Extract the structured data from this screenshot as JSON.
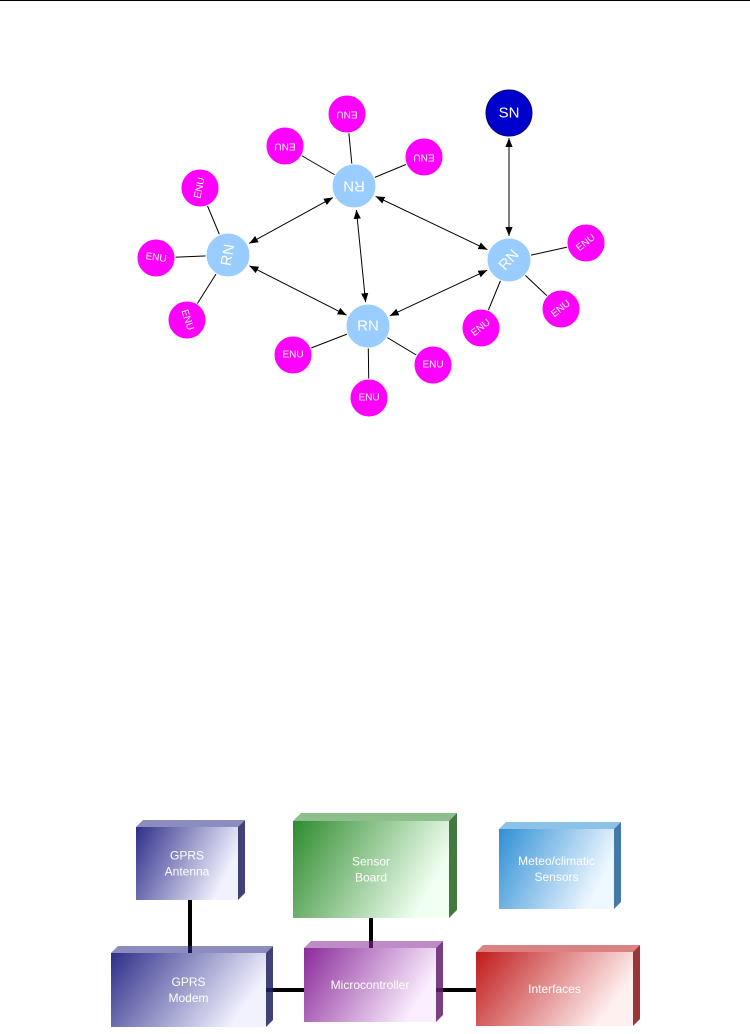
{
  "network": {
    "nodes": [
      {
        "id": "sn",
        "label": "SN",
        "kind": "sink",
        "flip": false
      },
      {
        "id": "rn1",
        "label": "RN",
        "kind": "router",
        "flip": true
      },
      {
        "id": "rn2",
        "label": "RN",
        "kind": "router",
        "flip": false
      },
      {
        "id": "rn3",
        "label": "RN",
        "kind": "router",
        "flip": false
      },
      {
        "id": "rn4",
        "label": "RN",
        "kind": "router",
        "flip": false
      },
      {
        "id": "e1",
        "label": "ENU",
        "kind": "end",
        "flip": true
      },
      {
        "id": "e2",
        "label": "ENU",
        "kind": "end",
        "flip": true
      },
      {
        "id": "e3",
        "label": "ENU",
        "kind": "end",
        "flip": true
      },
      {
        "id": "e4",
        "label": "ENU",
        "kind": "end",
        "flip": false
      },
      {
        "id": "e5",
        "label": "ENU",
        "kind": "end",
        "flip": false
      },
      {
        "id": "e6",
        "label": "ENU",
        "kind": "end",
        "flip": false
      },
      {
        "id": "e7",
        "label": "ENU",
        "kind": "end",
        "flip": false
      },
      {
        "id": "e8",
        "label": "ENU",
        "kind": "end",
        "flip": false
      },
      {
        "id": "e9",
        "label": "ENU",
        "kind": "end",
        "flip": false
      },
      {
        "id": "e10",
        "label": "ENU",
        "kind": "end",
        "flip": false
      },
      {
        "id": "e11",
        "label": "ENU",
        "kind": "end",
        "flip": false
      },
      {
        "id": "e12",
        "label": "ENU",
        "kind": "end",
        "flip": false
      }
    ],
    "arrows": [
      [
        "rn1",
        "rn2"
      ],
      [
        "rn1",
        "rn3"
      ],
      [
        "rn1",
        "rn4"
      ],
      [
        "rn2",
        "rn3"
      ],
      [
        "rn3",
        "rn4"
      ],
      [
        "sn",
        "rn4"
      ]
    ],
    "links": [
      [
        "rn1",
        "e1"
      ],
      [
        "rn1",
        "e2"
      ],
      [
        "rn1",
        "e3"
      ],
      [
        "rn2",
        "e4"
      ],
      [
        "rn2",
        "e5"
      ],
      [
        "rn2",
        "e6"
      ],
      [
        "rn3",
        "e7"
      ],
      [
        "rn3",
        "e8"
      ],
      [
        "rn3",
        "e9"
      ],
      [
        "rn4",
        "e10"
      ],
      [
        "rn4",
        "e11"
      ],
      [
        "rn4",
        "e12"
      ]
    ],
    "colors": {
      "router": "#99ccff",
      "end": "#ff00ff",
      "sink": "#0000cc",
      "end_text": "#ffffff",
      "router_text": "#ffffff"
    }
  },
  "blocks": {
    "items": [
      {
        "id": "gprs_antenna",
        "lines": [
          "GPRS",
          "Antenna"
        ],
        "color": "#2e2e8a"
      },
      {
        "id": "sensor_board",
        "lines": [
          "Sensor",
          "Board"
        ],
        "color": "#2e8b2e"
      },
      {
        "id": "meteo_sensors",
        "lines": [
          "Meteo/climatic",
          "Sensors"
        ],
        "color": "#2f8fd6"
      },
      {
        "id": "gprs_modem",
        "lines": [
          "GPRS",
          "Modem"
        ],
        "color": "#2e2e8a"
      },
      {
        "id": "microcontroller",
        "lines": [
          "Microcontroller"
        ],
        "color": "#8a2a9a"
      },
      {
        "id": "interfaces",
        "lines": [
          "Interfaces"
        ],
        "color": "#c01a1a"
      }
    ]
  }
}
